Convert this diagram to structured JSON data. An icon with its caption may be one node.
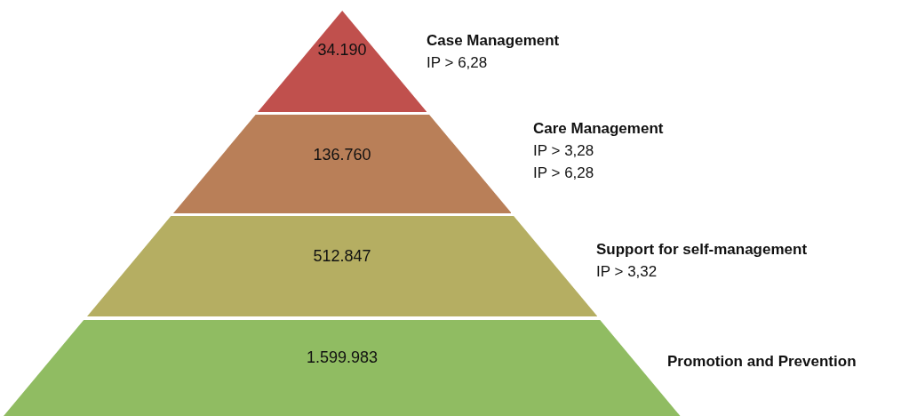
{
  "diagram": {
    "nodes": [
      {
        "text": [
          "34.190"
        ],
        "beside": [
          "Case Management",
          "IP > 6,28"
        ]
      },
      {
        "text": [
          "136.760"
        ],
        "beside": [
          "Care Management",
          "IP > 3,28",
          "IP > 6,28"
        ]
      },
      {
        "text": [
          "512.847"
        ],
        "beside": [
          "Support for self-management",
          "IP > 3,32"
        ]
      },
      {
        "text": [
          "1.599.983"
        ],
        "beside": [
          "Promotion and Prevention"
        ]
      }
    ]
  }
}
